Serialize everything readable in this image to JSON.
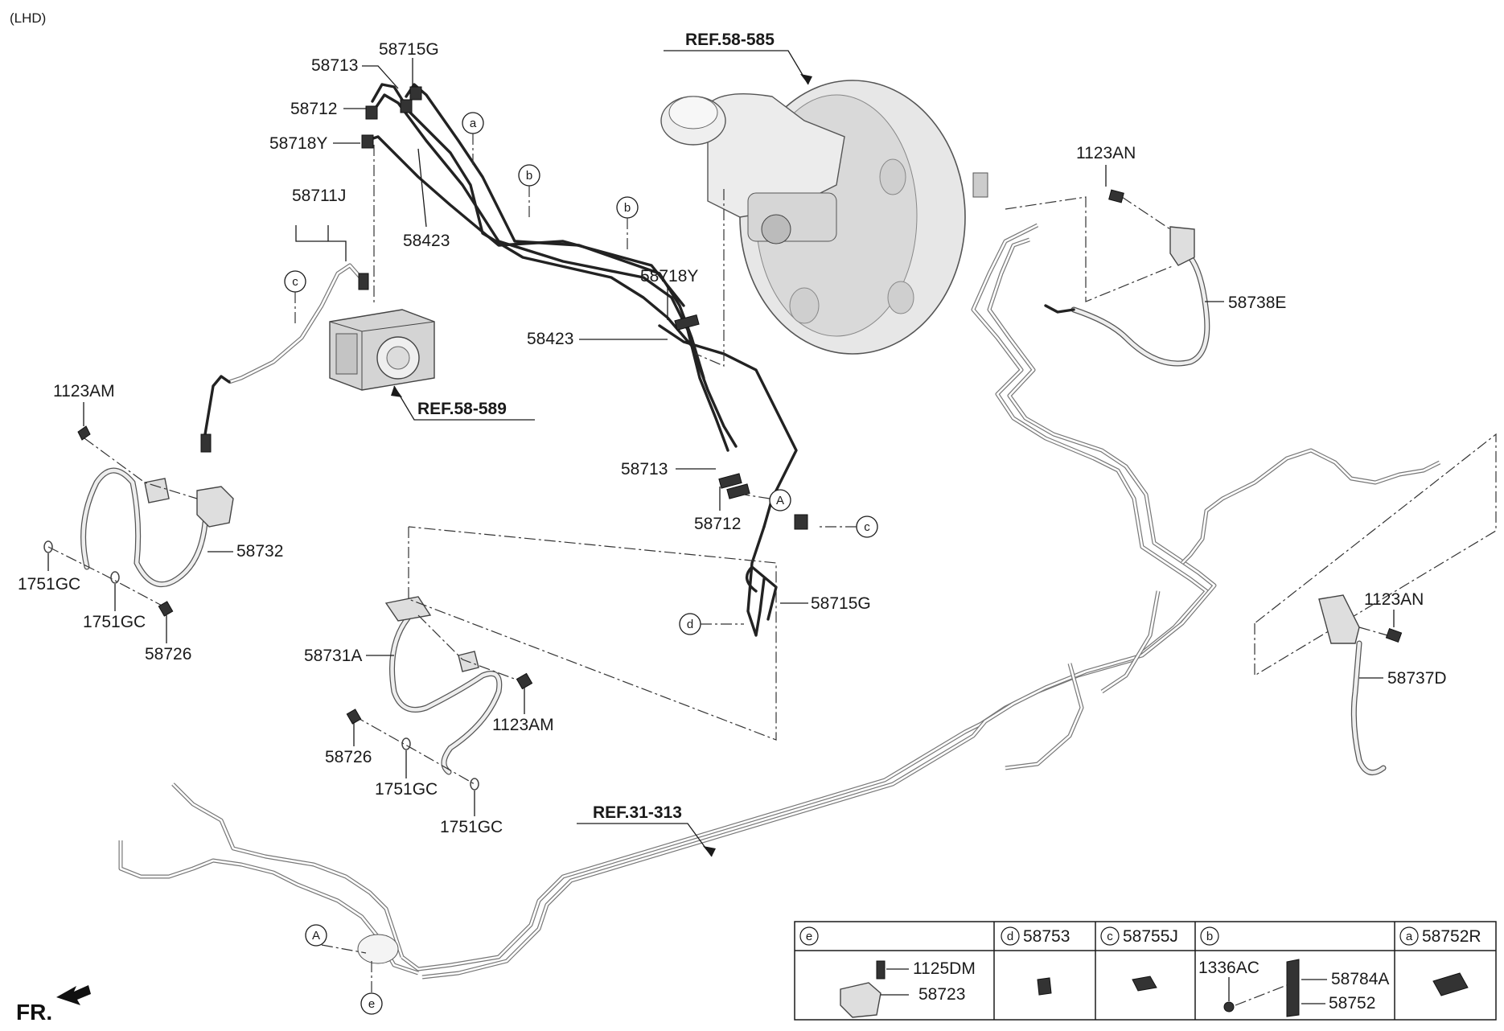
{
  "header": {
    "variant": "(LHD)"
  },
  "refs": {
    "booster": "REF.58-585",
    "abs_module": "REF.58-589",
    "floor_lines": "REF.31-313"
  },
  "callouts": {
    "abs_lines": {
      "p58715G_top": "58715G",
      "p58713_top": "58713",
      "p58712_top": "58712",
      "p58718Y_top": "58718Y",
      "p58423_top": "58423",
      "p58711J": "58711J",
      "p58718Y_mid": "58718Y",
      "p58423_mid": "58423",
      "p58713_mid": "58713",
      "p58712_mid": "58712",
      "p58715G_mid": "58715G"
    },
    "front_left": {
      "p1123AM": "1123AM",
      "p58732": "58732",
      "p1751GC_a": "1751GC",
      "p1751GC_b": "1751GC",
      "p58726": "58726"
    },
    "rear_left": {
      "p58731A": "58731A",
      "p1123AM": "1123AM",
      "p58726": "58726",
      "p1751GC_a": "1751GC",
      "p1751GC_b": "1751GC"
    },
    "front_right": {
      "p1123AN": "1123AN",
      "p58738E": "58738E"
    },
    "rear_right": {
      "p1123AN": "1123AN",
      "p58737D": "58737D"
    },
    "markers": {
      "a": "a",
      "b1": "b",
      "b2": "b",
      "c1": "c",
      "c2": "c",
      "d": "d",
      "A1": "A",
      "A2": "A",
      "e": "e"
    },
    "direction": "FR."
  },
  "legend": {
    "cells": [
      {
        "key": "e",
        "part": ""
      },
      {
        "key": "d",
        "part": "58753"
      },
      {
        "key": "c",
        "part": "58755J"
      },
      {
        "key": "b",
        "part": ""
      },
      {
        "key": "a",
        "part": "58752R"
      }
    ],
    "e_parts": {
      "p1": "1125DM",
      "p2": "58723"
    },
    "b_parts": {
      "p1": "1336AC",
      "p2": "58784A",
      "p3": "58752"
    }
  }
}
